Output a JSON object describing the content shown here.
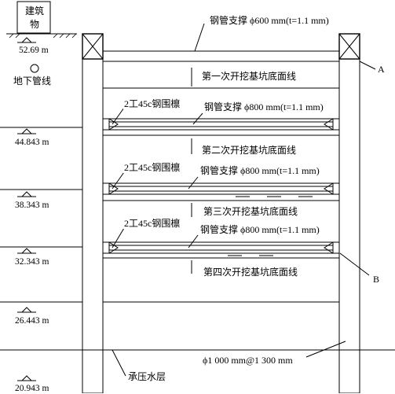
{
  "building": {
    "line1": "建筑",
    "line2": "物"
  },
  "pipe_label": "地下管线",
  "elevations": [
    "52.69 m",
    "44.843 m",
    "38.343 m",
    "32.343 m",
    "26.443 m",
    "20.943 m"
  ],
  "supports": [
    "钢管支撑 ϕ600 mm(t=1.1 mm)",
    "钢管支撑 ϕ800 mm(t=1.1 mm)",
    "钢管支撑 ϕ800 mm(t=1.1 mm)",
    "钢管支撑 ϕ800 mm(t=1.1 mm)"
  ],
  "purlins": [
    "2工45c钢围檩",
    "2工45c钢围檩",
    "2工45c钢围檩"
  ],
  "excavation_lines": [
    "第一次开挖基坑底面线",
    "第二次开挖基坑底面线",
    "第三次开挖基坑底面线",
    "第四次开挖基坑底面线"
  ],
  "point_a": "A",
  "point_b": "B",
  "pile_spec": "ϕ1 000 mm@1 300 mm",
  "aquifer": "承压水层"
}
